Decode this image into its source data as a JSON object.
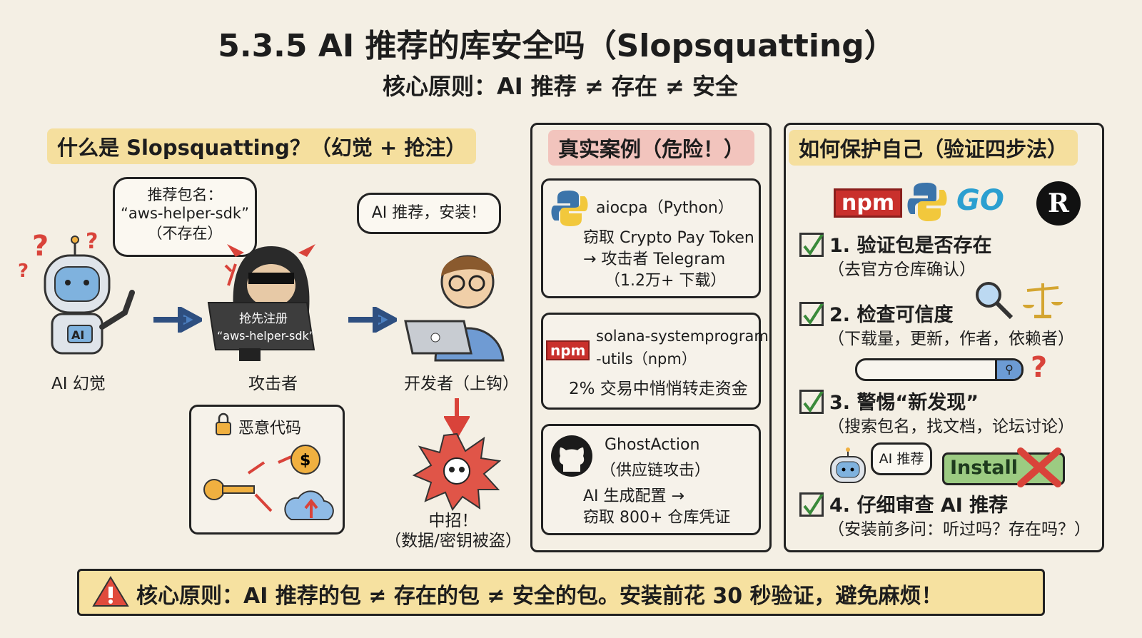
{
  "title": "5.3.5 AI 推荐的库安全吗（Slopsquatting）",
  "subtitle": "核心原则：AI 推荐 ≠ 存在 ≠ 安全",
  "left": {
    "header": "什么是 Slopsquatting？（幻觉 + 抢注）",
    "bubble_robot": [
      "推荐包名：",
      "“aws-helper-sdk”",
      "（不存在）"
    ],
    "robot_chest": "AI",
    "robot_label": "AI 幻觉",
    "laptop_text": [
      "抢先注册",
      "“aws-helper-sdk”"
    ],
    "attacker_label": "攻击者",
    "bubble_dev": "AI 推荐，安装！",
    "dev_label": "开发者（上钩）",
    "malicious_title": "恶意代码",
    "result": [
      "中招！",
      "（数据/密钥被盗）"
    ]
  },
  "middle": {
    "header": "真实案例（危险！）",
    "cases": [
      {
        "icon": "python-logo",
        "lines": [
          "aiocpa（Python）",
          "窃取 Crypto Pay Token",
          "→ 攻击者 Telegram",
          "（1.2万+ 下载）"
        ]
      },
      {
        "icon": "npm-logo",
        "lines": [
          "solana-systemprogram",
          "-utils（npm）",
          "2% 交易中悄悄转走资金"
        ]
      },
      {
        "icon": "github-logo",
        "lines": [
          "GhostAction",
          "（供应链攻击）",
          "AI 生成配置 →",
          "窃取 800+ 仓库凭证"
        ]
      }
    ]
  },
  "right": {
    "header": "如何保护自己（验证四步法）",
    "logos": {
      "npm": "npm",
      "go": "GO",
      "rust": "R"
    },
    "steps": [
      {
        "title": "1. 验证包是否存在",
        "detail": "（去官方仓库确认）"
      },
      {
        "title": "2. 检查可信度",
        "detail": "（下载量，更新，作者，依赖者）"
      },
      {
        "title": "3. 警惕“新发现”",
        "detail": "（搜索包名，找文档，论坛讨论）"
      },
      {
        "title": "4. 仔细审查 AI 推荐",
        "detail": "（安装前多问：听过吗？存在吗？）"
      }
    ],
    "ai_bubble": "AI 推荐",
    "install_label": "Install"
  },
  "banner": "核心原则：AI 推荐的包 ≠ 存在的包 ≠ 安全的包。安装前花 30 秒验证，避免麻烦！",
  "colors": {
    "background": "#f4efe4",
    "yellow_highlight": "#f5df9e",
    "pink_highlight": "#f2c4bd",
    "blue_arrow": "#4b7fc0",
    "red": "#d9433a",
    "green": "#9ccb82"
  }
}
